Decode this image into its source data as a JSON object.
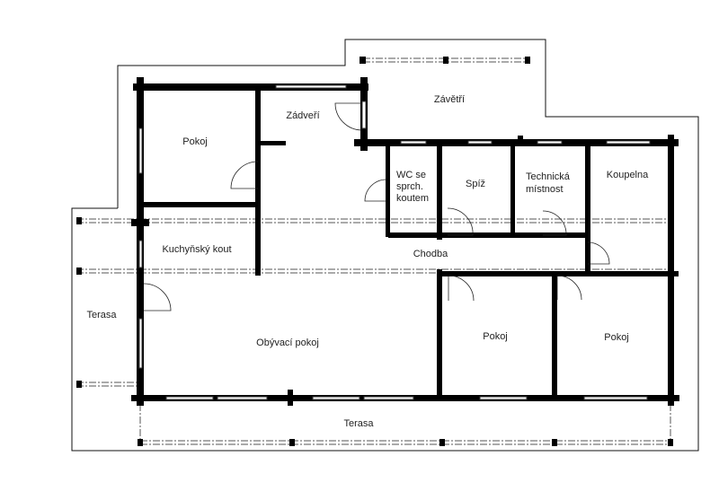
{
  "rooms": {
    "pokoj_1": "Pokoj",
    "zadveri": "Zádveří",
    "zavetri": "Závětří",
    "wc_line1": "WC se",
    "wc_line2": "sprch.",
    "wc_line3": "koutem",
    "spiz": "Spíž",
    "technicka_line1": "Technická",
    "technicka_line2": "místnost",
    "koupelna": "Koupelna",
    "kuchynsky_kout": "Kuchyňský kout",
    "chodba": "Chodba",
    "terasa_left": "Terasa",
    "obyvaci_pokoj": "Obývací pokoj",
    "pokoj_2": "Pokoj",
    "pokoj_3": "Pokoj",
    "terasa_bottom": "Terasa"
  }
}
